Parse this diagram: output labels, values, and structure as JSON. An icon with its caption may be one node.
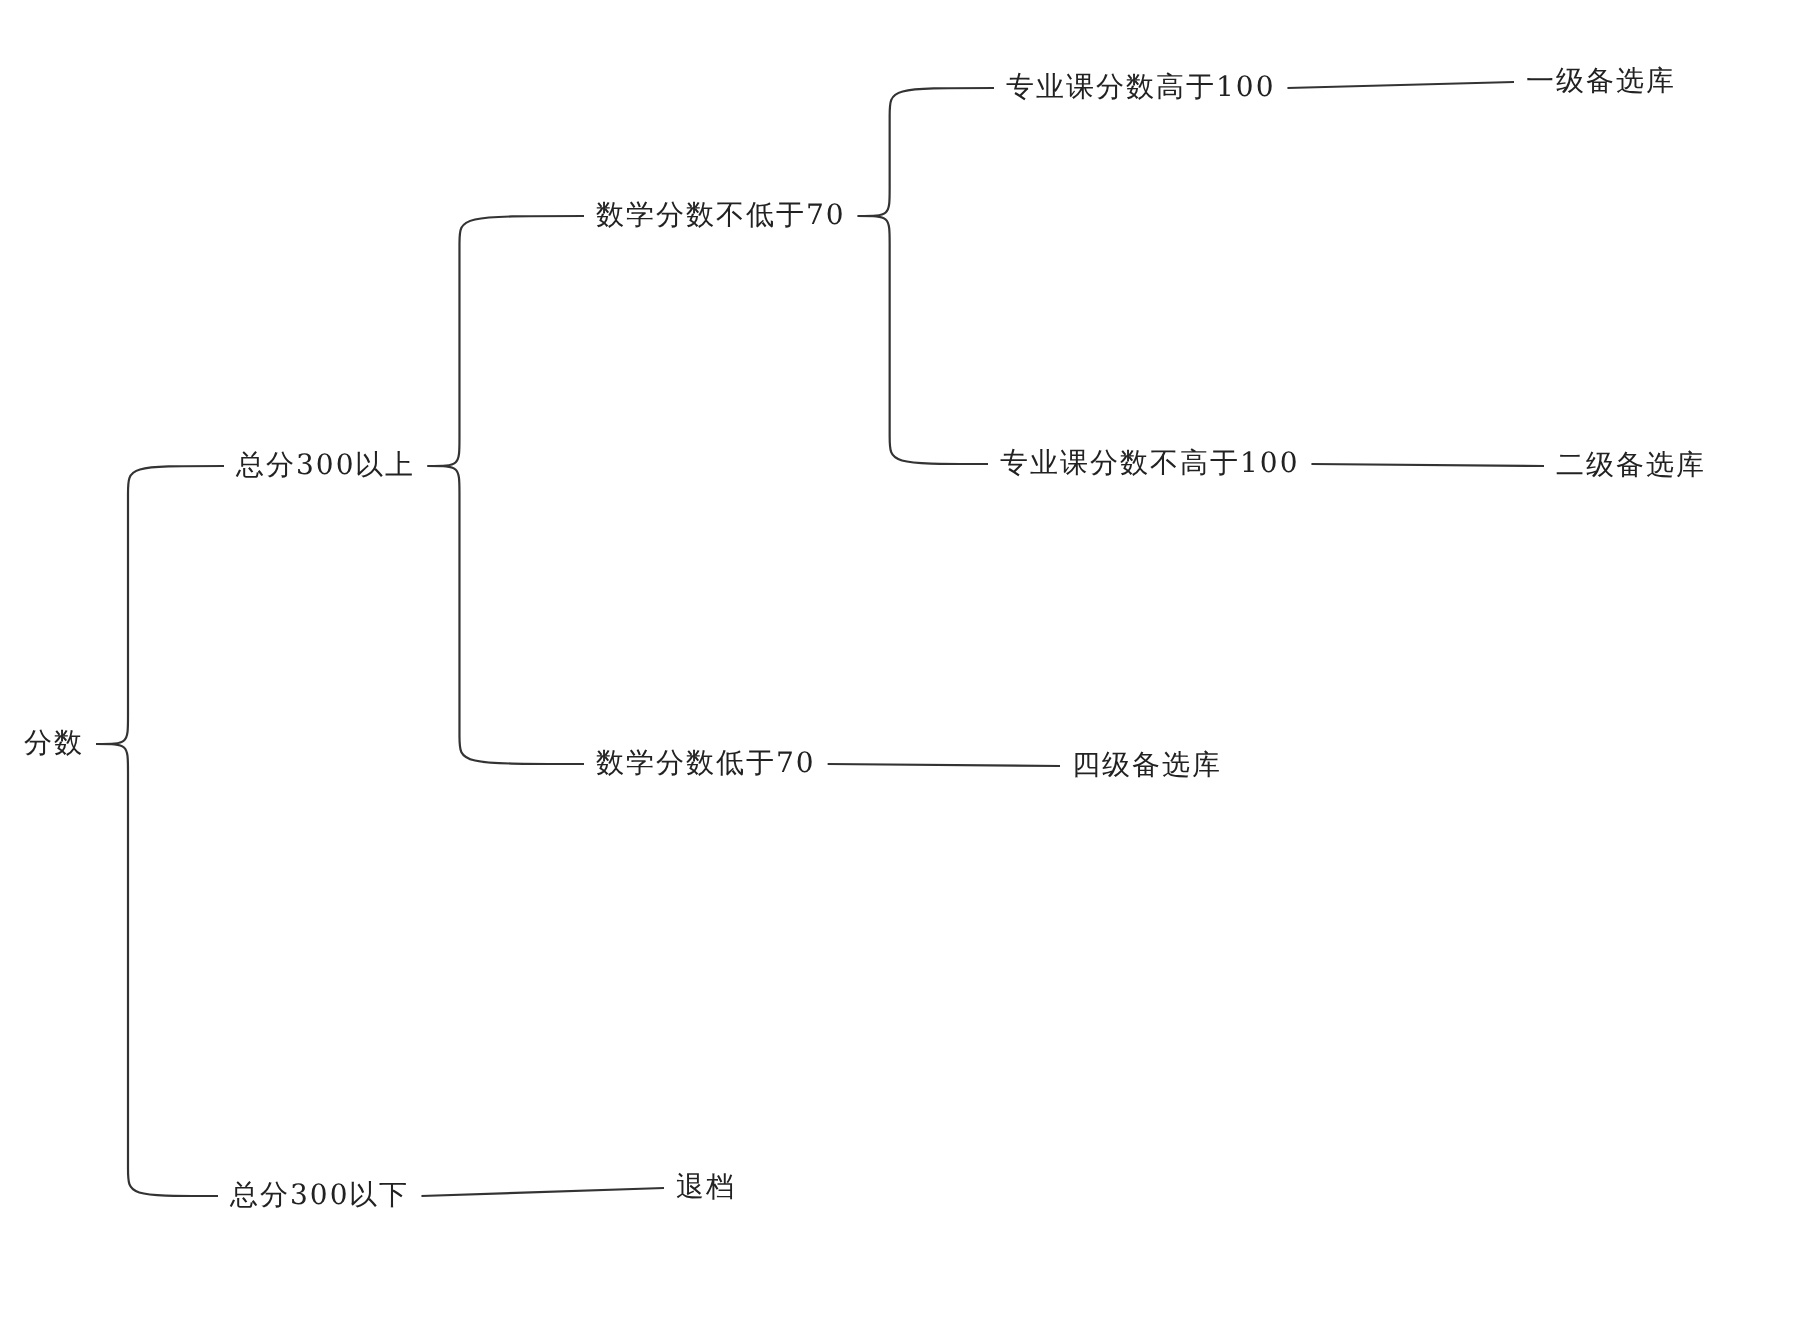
{
  "diagram": {
    "nodes": [
      {
        "text": [
          "分数"
        ]
      },
      {
        "text": [
          "总分300以上"
        ]
      },
      {
        "text": [
          "总分300以下"
        ]
      },
      {
        "text": [
          "数学分数不低于70"
        ]
      },
      {
        "text": [
          "数学分数低于70"
        ]
      },
      {
        "text": [
          "专业课分数高于100"
        ]
      },
      {
        "text": [
          "专业课分数不高于100"
        ]
      },
      {
        "text": [
          "一级备选库"
        ]
      },
      {
        "text": [
          "二级备选库"
        ]
      },
      {
        "text": [
          "四级备选库"
        ]
      },
      {
        "text": [
          "退档"
        ]
      }
    ],
    "edges": [
      {
        "from": 0,
        "to": 1,
        "arrow": "none"
      },
      {
        "from": 0,
        "to": 2,
        "arrow": "none"
      },
      {
        "from": 1,
        "to": 3,
        "arrow": "none"
      },
      {
        "from": 1,
        "to": 4,
        "arrow": "none"
      },
      {
        "from": 3,
        "to": 5,
        "arrow": "none"
      },
      {
        "from": 3,
        "to": 6,
        "arrow": "none"
      },
      {
        "from": 5,
        "to": 7,
        "arrow": "none"
      },
      {
        "from": 6,
        "to": 8,
        "arrow": "none"
      },
      {
        "from": 4,
        "to": 9,
        "arrow": "none"
      },
      {
        "from": 2,
        "to": 10,
        "arrow": "none"
      }
    ]
  }
}
